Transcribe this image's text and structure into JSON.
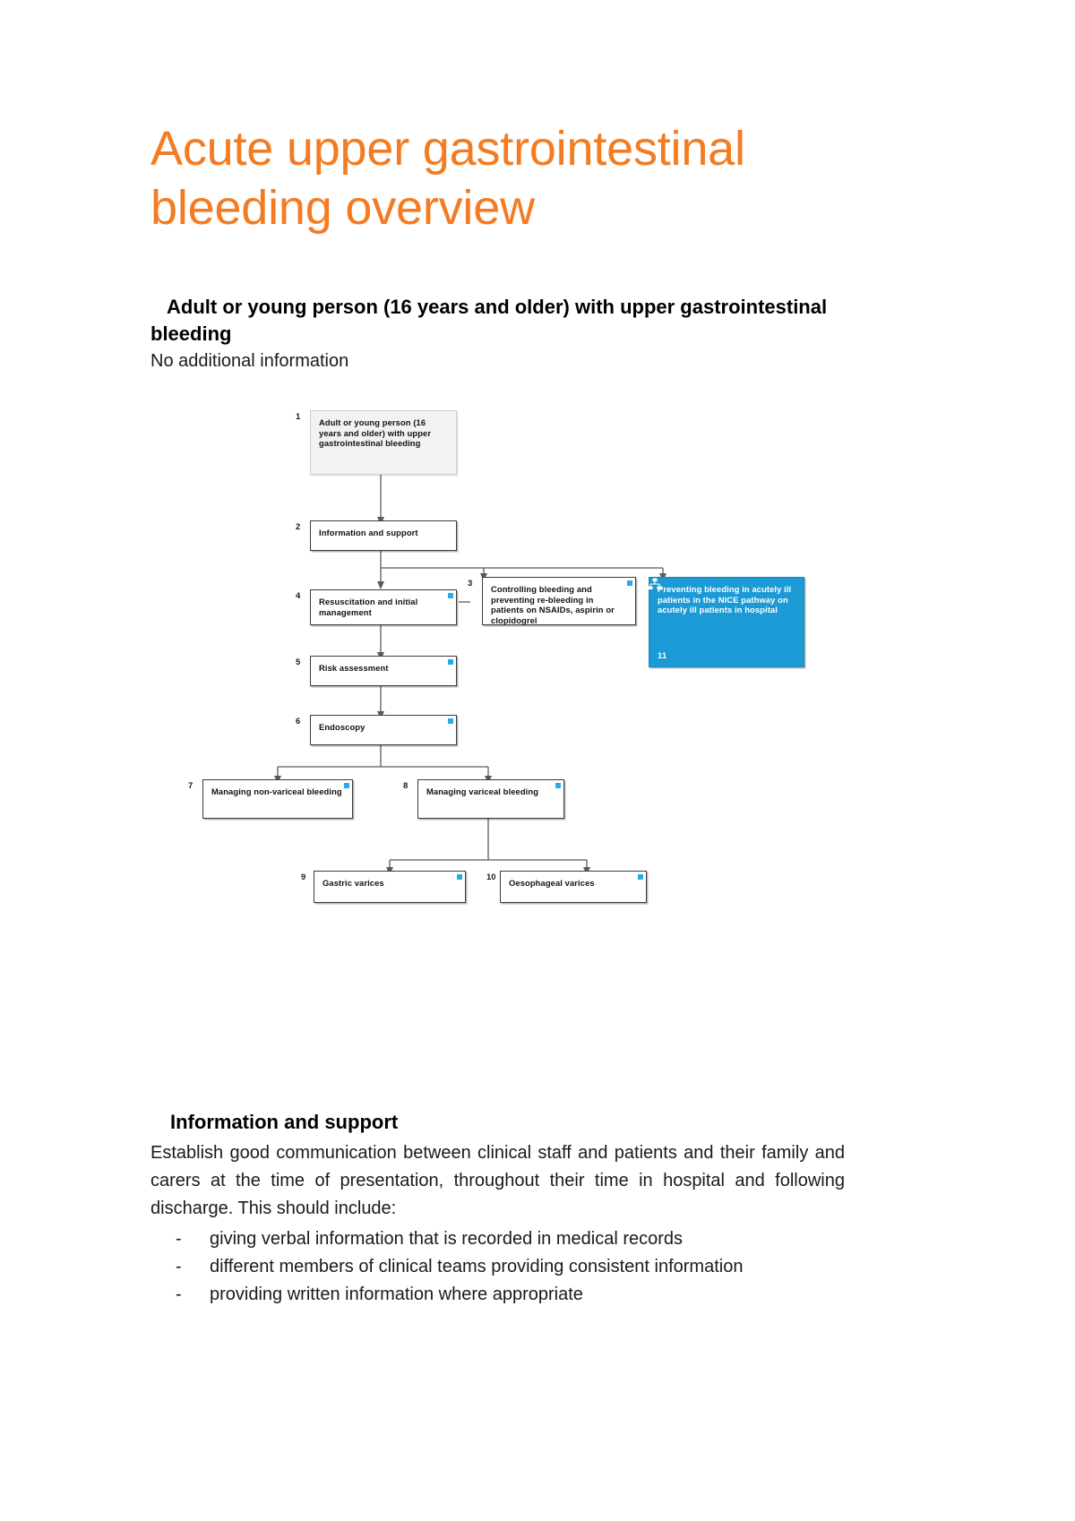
{
  "document": {
    "title": "Acute upper gastrointestinal bleeding overview",
    "title_color": "#F47B20",
    "section_heading": "Adult or young person (16 years and older) with upper gastrointestinal bleeding",
    "subnote": "No additional information"
  },
  "flowchart": {
    "accent_color": "#29ABE2",
    "blue_node_color": "#1C9AD6",
    "nodes": [
      {
        "number": "1",
        "label": "Adult or young person (16 years and older) with upper gastrointestinal bleeding",
        "style": "shaded",
        "marker": false
      },
      {
        "number": "2",
        "label": "Information and support",
        "style": "plain",
        "marker": false
      },
      {
        "number": "3",
        "label": "Controlling bleeding and preventing re-bleeding in patients on NSAIDs, aspirin or clopidogrel",
        "style": "plain",
        "marker": true
      },
      {
        "number": "4",
        "label": "Resuscitation and initial management",
        "style": "plain",
        "marker": true
      },
      {
        "number": "5",
        "label": "Risk assessment",
        "style": "plain",
        "marker": true
      },
      {
        "number": "6",
        "label": "Endoscopy",
        "style": "plain",
        "marker": true
      },
      {
        "number": "7",
        "label": "Managing non-variceal bleeding",
        "style": "plain",
        "marker": true
      },
      {
        "number": "8",
        "label": "Managing variceal bleeding",
        "style": "plain",
        "marker": true
      },
      {
        "number": "9",
        "label": "Gastric varices",
        "style": "plain",
        "marker": true
      },
      {
        "number": "10",
        "label": "Oesophageal varices",
        "style": "plain",
        "marker": true
      },
      {
        "number": "11",
        "label": "Preventing bleeding in acutely ill patients in the NICE pathway on acutely ill patients in hospital",
        "style": "blue",
        "marker": false,
        "icon": "hierarchy-icon"
      }
    ]
  },
  "information_section": {
    "heading": "Information and support",
    "paragraph": "Establish good communication between clinical staff and patients and their family and carers at the time of presentation, throughout their time in hospital and following discharge. This should include:",
    "bullet_dash": "-",
    "bullets": [
      "giving verbal information that is recorded in medical records",
      "different members of clinical teams providing consistent information",
      "providing written information where appropriate"
    ]
  }
}
